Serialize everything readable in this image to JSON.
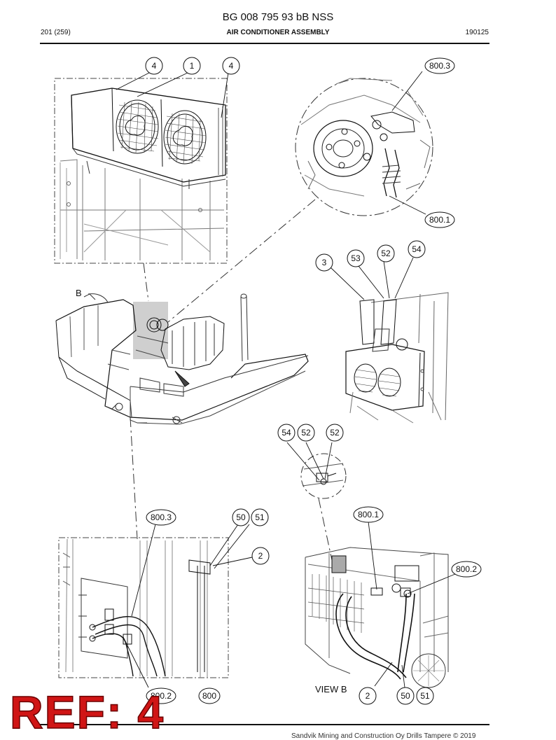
{
  "header": {
    "doc_title": "BG 008 795 93 bB NSS",
    "page_number": "201 (259)",
    "section_title": "AIR CONDITIONER ASSEMBLY",
    "date_code": "190125"
  },
  "drawing": {
    "callouts": {
      "c4a": "4",
      "c1": "1",
      "c4b": "4",
      "c8003_top": "800.3",
      "c8001_top": "800.1",
      "c3": "3",
      "c53": "53",
      "c52a": "52",
      "c54a": "54",
      "c54b": "54",
      "c52b": "52",
      "c52c": "52",
      "c8003_bot": "800.3",
      "c50a": "50",
      "c51a": "51",
      "c2a": "2",
      "c8002_bl": "800.2",
      "c800": "800",
      "c8001_br": "800.1",
      "c8002_br": "800.2",
      "c2b": "2",
      "c50b": "50",
      "c51b": "51"
    },
    "view_labels": {
      "b_marker": "B",
      "view_b": "VIEW B"
    }
  },
  "stamp": {
    "text": "REF: 4",
    "color": "#d01515"
  },
  "footer": {
    "copyright": "Sandvik Mining and Construction Oy Drills Tampere © 2019"
  }
}
